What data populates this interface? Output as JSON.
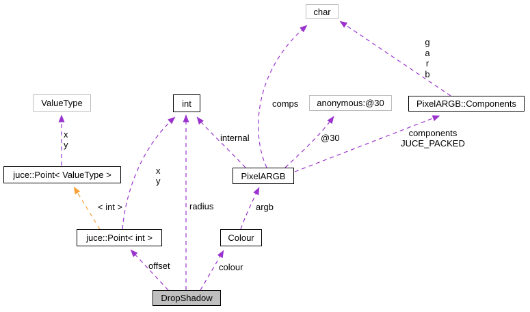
{
  "diagram": {
    "type": "doxygen-collaboration-graph",
    "focus_class": "DropShadow"
  },
  "colors": {
    "member_edge": "#9a32cd",
    "template_edge": "#f7a239",
    "node_fill": "#ffffff",
    "focus_node_fill": "#bfbfbf",
    "class_border": "#000000",
    "external_border": "#bdbdbd",
    "text": "#000000",
    "background": "#ffffff"
  },
  "nodes": [
    {
      "id": "char",
      "label": "char"
    },
    {
      "id": "valuetype",
      "label": "ValueType"
    },
    {
      "id": "int",
      "label": "int"
    },
    {
      "id": "anonymous-30",
      "label": "anonymous:@30"
    },
    {
      "id": "pixelargb-components",
      "label": "PixelARGB::Components"
    },
    {
      "id": "point-valuetype",
      "label": "juce::Point< ValueType >"
    },
    {
      "id": "pixelargb",
      "label": "PixelARGB"
    },
    {
      "id": "point-int",
      "label": "juce::Point< int >"
    },
    {
      "id": "colour",
      "label": "Colour"
    },
    {
      "id": "dropshadow",
      "label": "DropShadow"
    }
  ],
  "edges": [
    {
      "from": "juce::Point< ValueType >",
      "to": "ValueType",
      "label": "x\ny",
      "relation": "member"
    },
    {
      "from": "juce::Point< int >",
      "to": "int",
      "label": "x\ny",
      "relation": "member"
    },
    {
      "from": "DropShadow",
      "to": "int",
      "label": "radius",
      "relation": "member"
    },
    {
      "from": "PixelARGB",
      "to": "int",
      "label": "internal",
      "relation": "member"
    },
    {
      "from": "PixelARGB",
      "to": "char",
      "label": "comps",
      "relation": "member"
    },
    {
      "from": "PixelARGB::Components",
      "to": "char",
      "label": "g\na\nr\nb",
      "relation": "member"
    },
    {
      "from": "PixelARGB",
      "to": "anonymous:@30",
      "label": "@30",
      "relation": "member"
    },
    {
      "from": "PixelARGB",
      "to": "PixelARGB::Components",
      "label": "components\nJUCE_PACKED",
      "relation": "member"
    },
    {
      "from": "juce::Point< int >",
      "to": "juce::Point< ValueType >",
      "label": "< int >",
      "relation": "template-instance"
    },
    {
      "from": "Colour",
      "to": "PixelARGB",
      "label": "argb",
      "relation": "member"
    },
    {
      "from": "DropShadow",
      "to": "juce::Point< int >",
      "label": "offset",
      "relation": "member"
    },
    {
      "from": "DropShadow",
      "to": "Colour",
      "label": "colour",
      "relation": "member"
    }
  ]
}
